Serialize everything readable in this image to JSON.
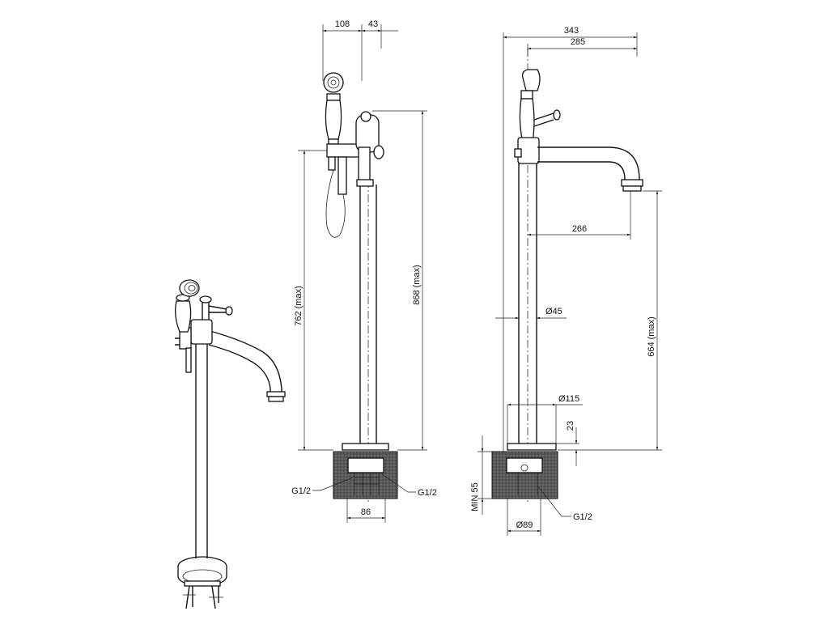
{
  "dimensions": {
    "front_top_left": "108",
    "front_top_right": "43",
    "front_height_handshower": "762 (max)",
    "front_height_spout": "868 (max)",
    "front_thread_left": "G1/2",
    "front_thread_right": "G1/2",
    "front_base_width": "86",
    "side_overall_width": "343",
    "side_spout_reach": "285",
    "side_spout_offset": "266",
    "side_pipe_diameter": "Ø45",
    "side_base_diameter": "Ø115",
    "side_base_height": "23",
    "side_spout_height": "664 (max)",
    "side_min_depth": "MIN 55",
    "side_thread": "G1/2",
    "side_flange_diameter": "Ø89"
  }
}
